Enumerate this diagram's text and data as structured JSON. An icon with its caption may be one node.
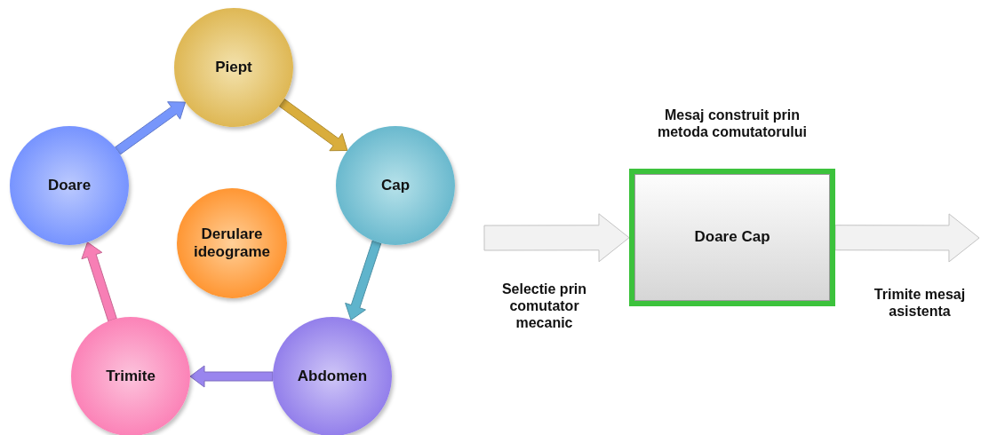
{
  "diagram": {
    "nodes": [
      {
        "text": [
          "Piept"
        ]
      },
      {
        "text": [
          "Cap"
        ]
      },
      {
        "text": [
          "Abdomen"
        ]
      },
      {
        "text": [
          "Trimite"
        ]
      },
      {
        "text": [
          "Doare"
        ]
      },
      {
        "text": [
          "Derulare ideograme"
        ]
      },
      {
        "text": [
          "Mesaj construit prin metoda comutatorului",
          "Doare Cap"
        ]
      }
    ],
    "edges": [
      {
        "from": 0,
        "to": 1,
        "arrow": "to",
        "color": "#d9ad3c"
      },
      {
        "from": 1,
        "to": 2,
        "arrow": "to",
        "color": "#5fb4cc"
      },
      {
        "from": 2,
        "to": 3,
        "arrow": "to",
        "color": "#9985ee"
      },
      {
        "from": 3,
        "to": 4,
        "arrow": "to",
        "color": "#f77fb5"
      },
      {
        "from": 4,
        "to": 0,
        "arrow": "to",
        "color": "#7796fb"
      },
      {
        "from": null,
        "to": 6,
        "arrow": "to",
        "label": "Selectie prin comutator mecanic",
        "color": "#f2f2f2"
      },
      {
        "from": 6,
        "to": null,
        "arrow": "to",
        "label": "Trimite mesaj asistenta",
        "color": "#f2f2f2"
      }
    ]
  }
}
